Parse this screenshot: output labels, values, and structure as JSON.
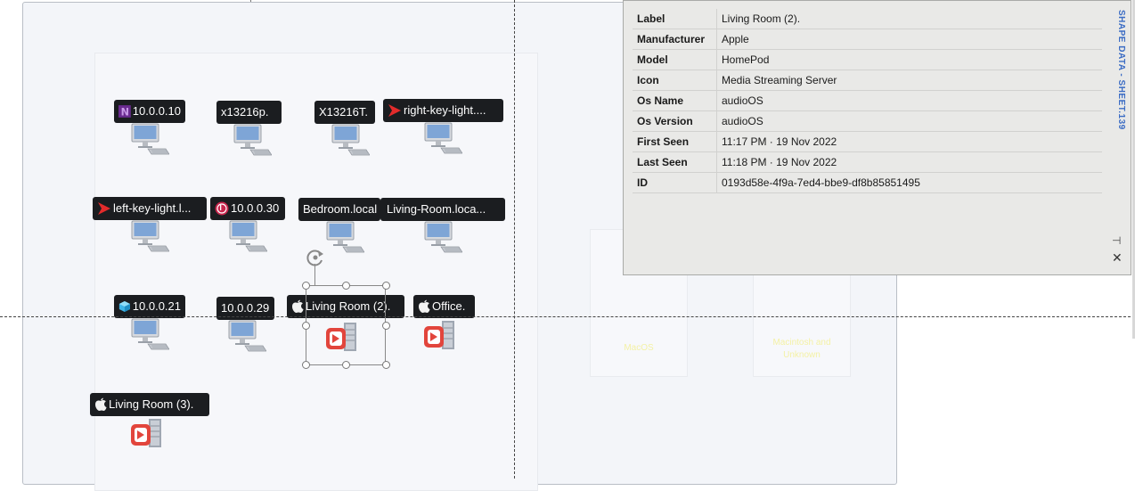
{
  "nodes": [
    {
      "label": "10.0.0.10",
      "icon": "onenote-n-icon"
    },
    {
      "label": "x13216p.",
      "icon": ""
    },
    {
      "label": "X13216T.",
      "icon": ""
    },
    {
      "label": "right-key-light....",
      "icon": "red-chevron-icon"
    },
    {
      "label": "left-key-light.l...",
      "icon": "red-chevron-icon"
    },
    {
      "label": "10.0.0.30",
      "icon": "lg-logo-icon"
    },
    {
      "label": "Bedroom.local",
      "icon": ""
    },
    {
      "label": "Living-Room.loca...",
      "icon": ""
    },
    {
      "label": "10.0.0.21",
      "icon": "blue-cube-icon"
    },
    {
      "label": "10.0.0.29",
      "icon": ""
    },
    {
      "label": "Living Room (2).",
      "icon": "apple-icon"
    },
    {
      "label": "Office.",
      "icon": "apple-icon"
    },
    {
      "label": "Living Room (3).",
      "icon": "apple-icon"
    }
  ],
  "ghost_cards": [
    {
      "text": "MacOS"
    },
    {
      "text": "Macintosh and Unknown"
    }
  ],
  "shape_data": {
    "title": "SHAPE DATA - SHEET.139",
    "rows": [
      {
        "key": "Label",
        "value": "Living Room (2)."
      },
      {
        "key": "Manufacturer",
        "value": "Apple"
      },
      {
        "key": "Model",
        "value": "HomePod"
      },
      {
        "key": "Icon",
        "value": "Media Streaming Server"
      },
      {
        "key": "Os Name",
        "value": "audioOS"
      },
      {
        "key": "Os Version",
        "value": "audioOS"
      },
      {
        "key": "First Seen",
        "value": "11:17 PM · 19 Nov 2022"
      },
      {
        "key": "Last Seen",
        "value": "11:18 PM · 19 Nov 2022"
      },
      {
        "key": "ID",
        "value": "0193d58e-4f9a-7ed4-bbe9-df8b85851495"
      }
    ],
    "pin_glyph": "⊣",
    "close_glyph": "✕"
  },
  "colors": {
    "label_bg": "#1b1d20",
    "accent_blue": "#3b6cc4",
    "homepod_red": "#e2453c"
  }
}
